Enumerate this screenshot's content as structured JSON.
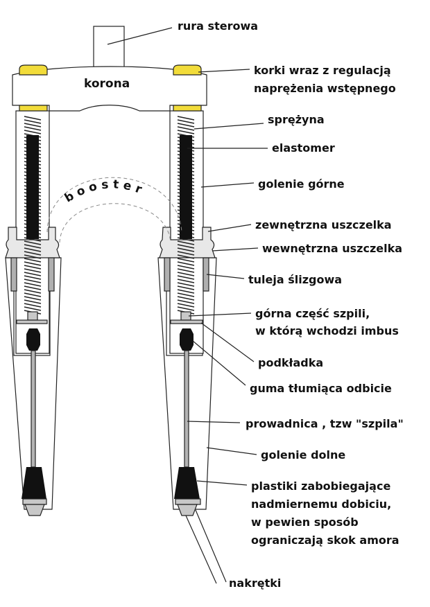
{
  "labels": {
    "crown": "korona",
    "booster": "booster",
    "steerer": "rura sterowa",
    "caps_line1": "korki wraz z regulacją",
    "caps_line2": "naprężenia wstępnego",
    "spring": "sprężyna",
    "elastomer": "elastomer",
    "upper_legs": "golenie górne",
    "outer_seal": "zewnętrzna uszczelka",
    "inner_seal": "wewnętrzna uszczelka",
    "bushing": "tuleja ślizgowa",
    "rod_top_line1": "górna część szpili,",
    "rod_top_line2": "w którą wchodzi imbus",
    "washer": "podkładka",
    "rebound_rubber": "guma tłumiąca odbicie",
    "guide_rod": "prowadnica , tzw \"szpila\"",
    "lower_legs": "golenie dolne",
    "bumpers_line1": "plastiki zabobiegające",
    "bumpers_line2": "nadmiernemu dobiciu,",
    "bumpers_line3": "w pewien sposób",
    "bumpers_line4": "ograniczają skok amora",
    "nuts": "nakrętki"
  },
  "colors": {
    "caps": "#f2dc3a",
    "outline": "#222222",
    "background": "#ffffff",
    "seal_fill": "#e8e8e8",
    "bushing_fill": "#b0b0b0",
    "elastomer_fill": "#111111",
    "bumper_fill": "#111111",
    "nut_fill": "#c8c8c8",
    "rod_fill": "#b4b4b4"
  }
}
